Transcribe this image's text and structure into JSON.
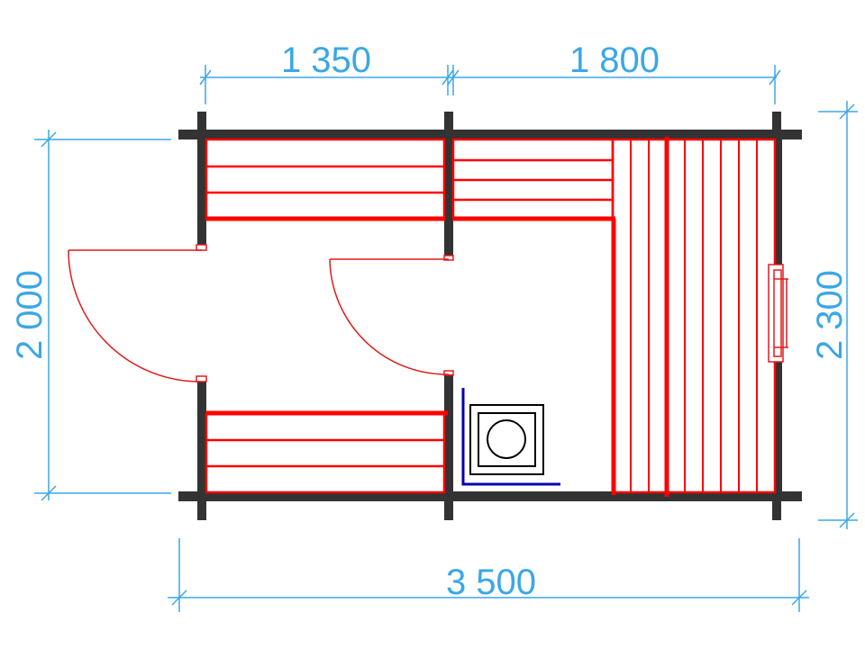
{
  "dimensions": {
    "top_left": "1 350",
    "top_right": "1 800",
    "left": "2 000",
    "right": "2 300",
    "bottom": "3 500"
  },
  "colors": {
    "dimension": "#3ba7e6",
    "wall": "#333333",
    "bench": "#ff0000",
    "door": "#e21b1b",
    "stove_guard": "#0000b4",
    "stove": "#000000"
  }
}
